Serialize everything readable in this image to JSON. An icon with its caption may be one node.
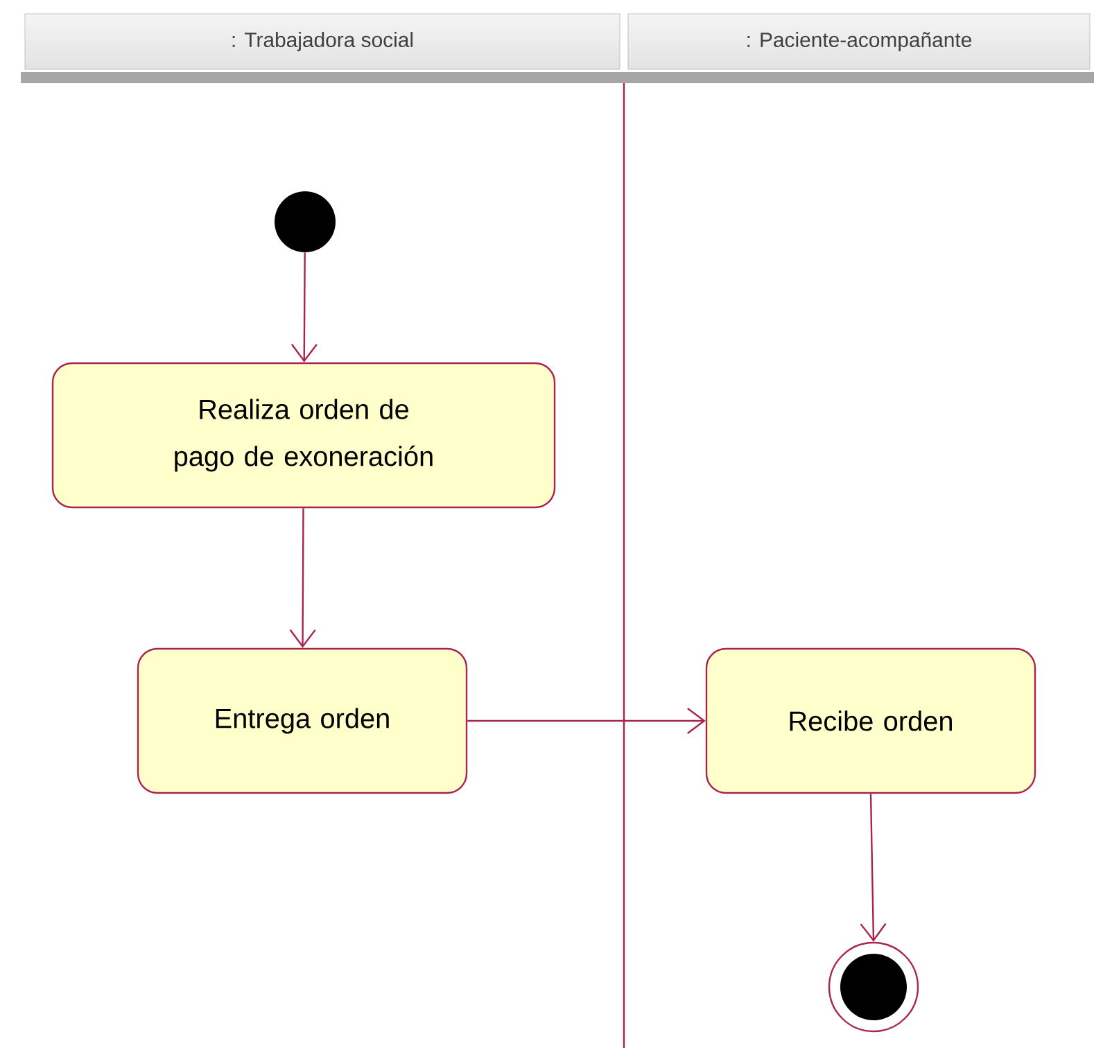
{
  "diagram": {
    "nodes": [
      {
        "text": [
          ": Trabajadora social"
        ]
      },
      {
        "text": [
          ": Paciente-acompañante"
        ]
      },
      {
        "text": [],
        "shape": "circle"
      },
      {
        "text": [
          "Realiza orden de pago de exoneración"
        ]
      },
      {
        "text": [
          "Entrega orden"
        ]
      },
      {
        "text": [
          "Recibe orden"
        ]
      },
      {
        "text": [],
        "shape": "circle"
      }
    ],
    "edges": [
      {
        "from": 2,
        "to": 3,
        "arrow": "to"
      },
      {
        "from": 3,
        "to": 4,
        "arrow": "to"
      },
      {
        "from": 4,
        "to": 5,
        "arrow": "to"
      },
      {
        "from": 5,
        "to": 6,
        "arrow": "to"
      }
    ]
  }
}
